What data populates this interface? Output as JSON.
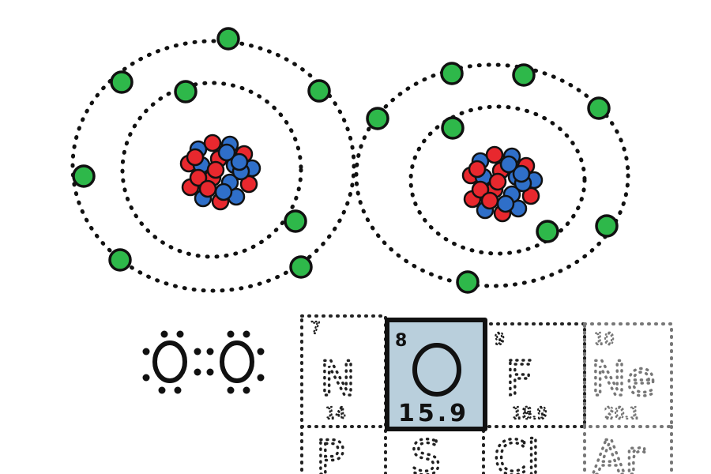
{
  "colors": {
    "electron": "#2eb84a",
    "proton": "#e8282e",
    "neutron": "#2f6fc9",
    "ink": "#111111",
    "highlight_cell": "#b9cfdc",
    "faded_ink": "#777777"
  },
  "atoms": [
    {
      "name": "oxygen-atom-left",
      "inner_electrons": 2,
      "outer_electrons": 6
    },
    {
      "name": "oxygen-atom-right",
      "inner_electrons": 2,
      "outer_electrons": 6
    }
  ],
  "lewis": {
    "left_symbol": "O",
    "right_symbol": "O",
    "bond": "::"
  },
  "periodic_table": {
    "highlighted": {
      "number": "8",
      "symbol": "O",
      "mass": "15.9"
    },
    "neighbors": [
      {
        "symbol": "N",
        "number": "7",
        "mass": "14"
      },
      {
        "symbol": "F",
        "number": "9",
        "mass": "18.9"
      },
      {
        "symbol": "Ne",
        "number": "10",
        "mass": "20.1"
      }
    ],
    "lower_row": [
      {
        "symbol": "P"
      },
      {
        "symbol": "S"
      },
      {
        "symbol": "Cl"
      },
      {
        "symbol": "Ar"
      }
    ]
  }
}
